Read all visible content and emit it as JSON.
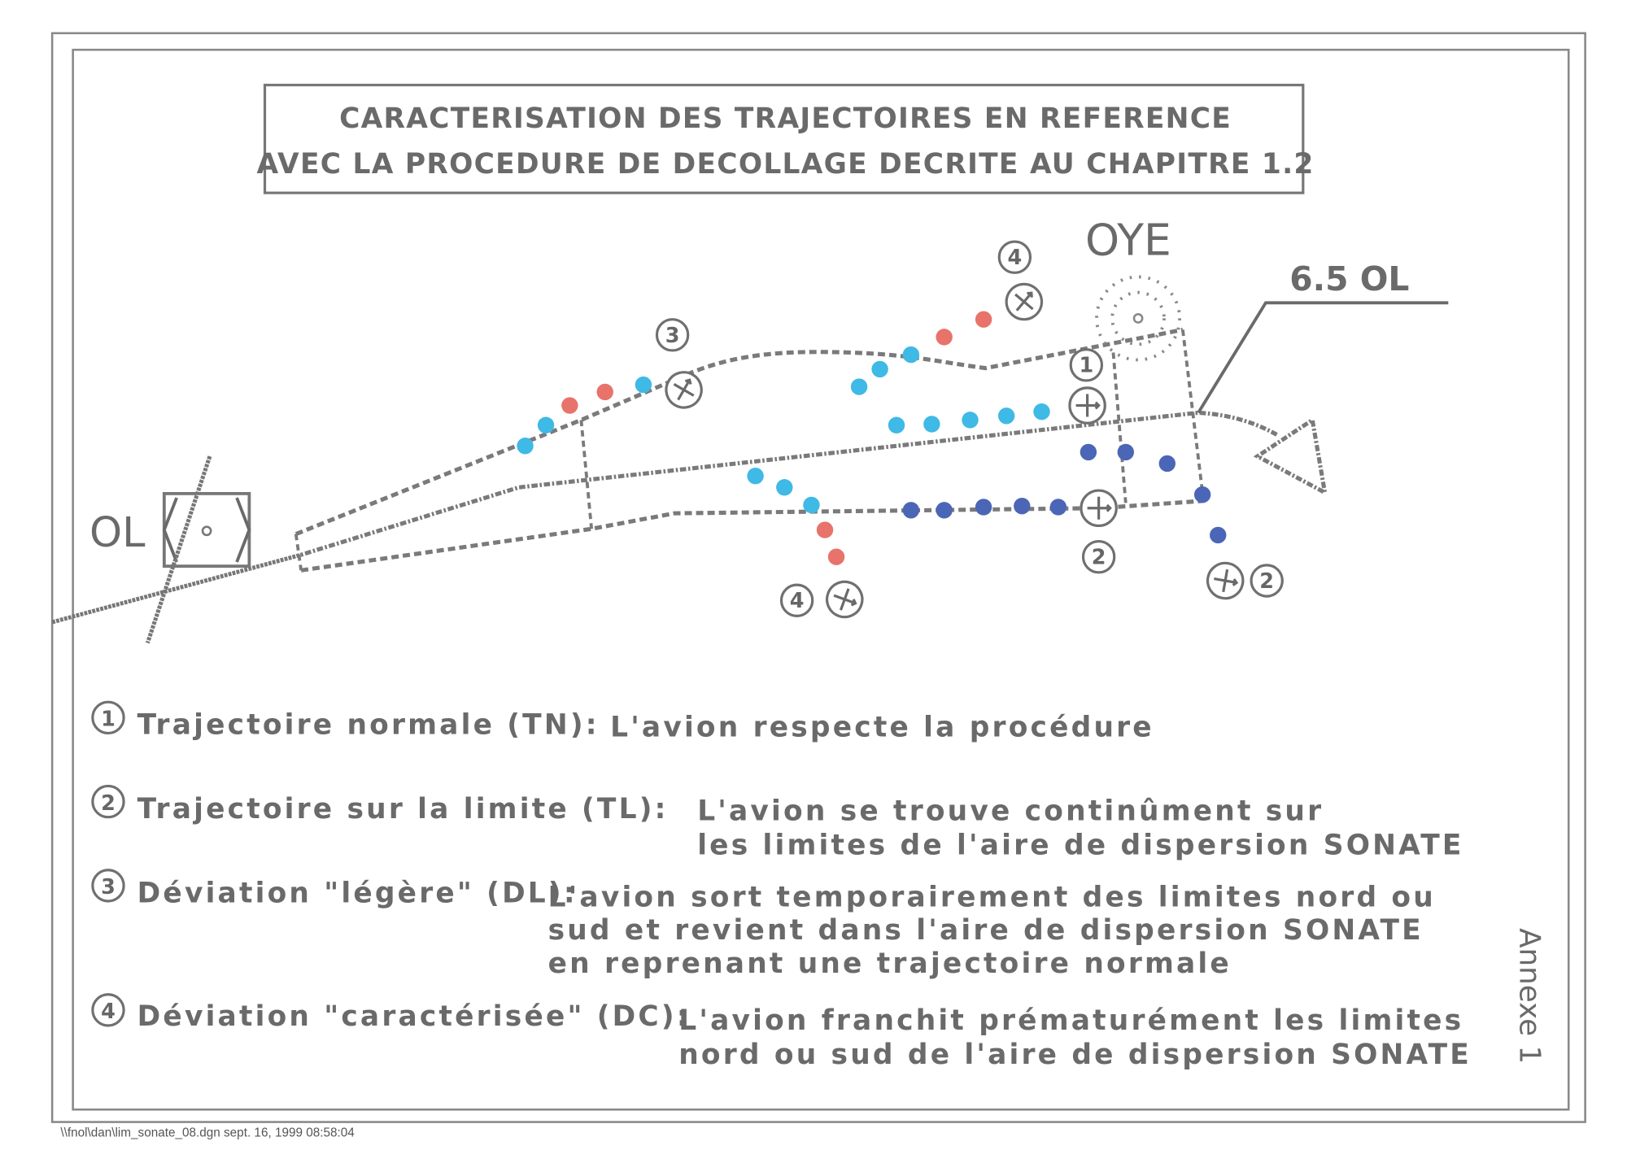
{
  "title": {
    "line1": "CARACTERISATION DES TRAJECTOIRES EN REFERENCE",
    "line2": "AVEC LA PROCEDURE DE DECOLLAGE DECRITE AU CHAPITRE 1.2"
  },
  "map_labels": {
    "ol": "OL",
    "oye": "OYE",
    "distance": "6.5 OL"
  },
  "markers": {
    "n1": "1",
    "n2": "2",
    "n3": "3",
    "n4": "4"
  },
  "colors": {
    "red": "#e8736b",
    "cyan": "#3fb9e6",
    "blue": "#4b66b6",
    "line": "#777777"
  },
  "legend": [
    {
      "num": "1",
      "term": "Trajectoire normale (TN):",
      "lines": [
        "L'avion respecte la procédure"
      ]
    },
    {
      "num": "2",
      "term": "Trajectoire sur la limite (TL):",
      "lines": [
        "L'avion se trouve continûment sur",
        "les limites de l'aire de dispersion SONATE"
      ]
    },
    {
      "num": "3",
      "term": "Déviation \"légère\" (DL):",
      "lines": [
        "L'avion sort temporairement des limites nord ou",
        "sud et revient dans l'aire de dispersion SONATE",
        "en reprenant une trajectoire normale"
      ]
    },
    {
      "num": "4",
      "term": "Déviation \"caractérisée\" (DC):",
      "lines": [
        "L'avion franchit prématurément les limites",
        "nord ou sud de l'aire de dispersion SONATE"
      ]
    }
  ],
  "annex": "Annexe 1",
  "footer": "\\\\fnol\\dan\\lim_sonate_08.dgn  sept. 16, 1999 08:58:04"
}
